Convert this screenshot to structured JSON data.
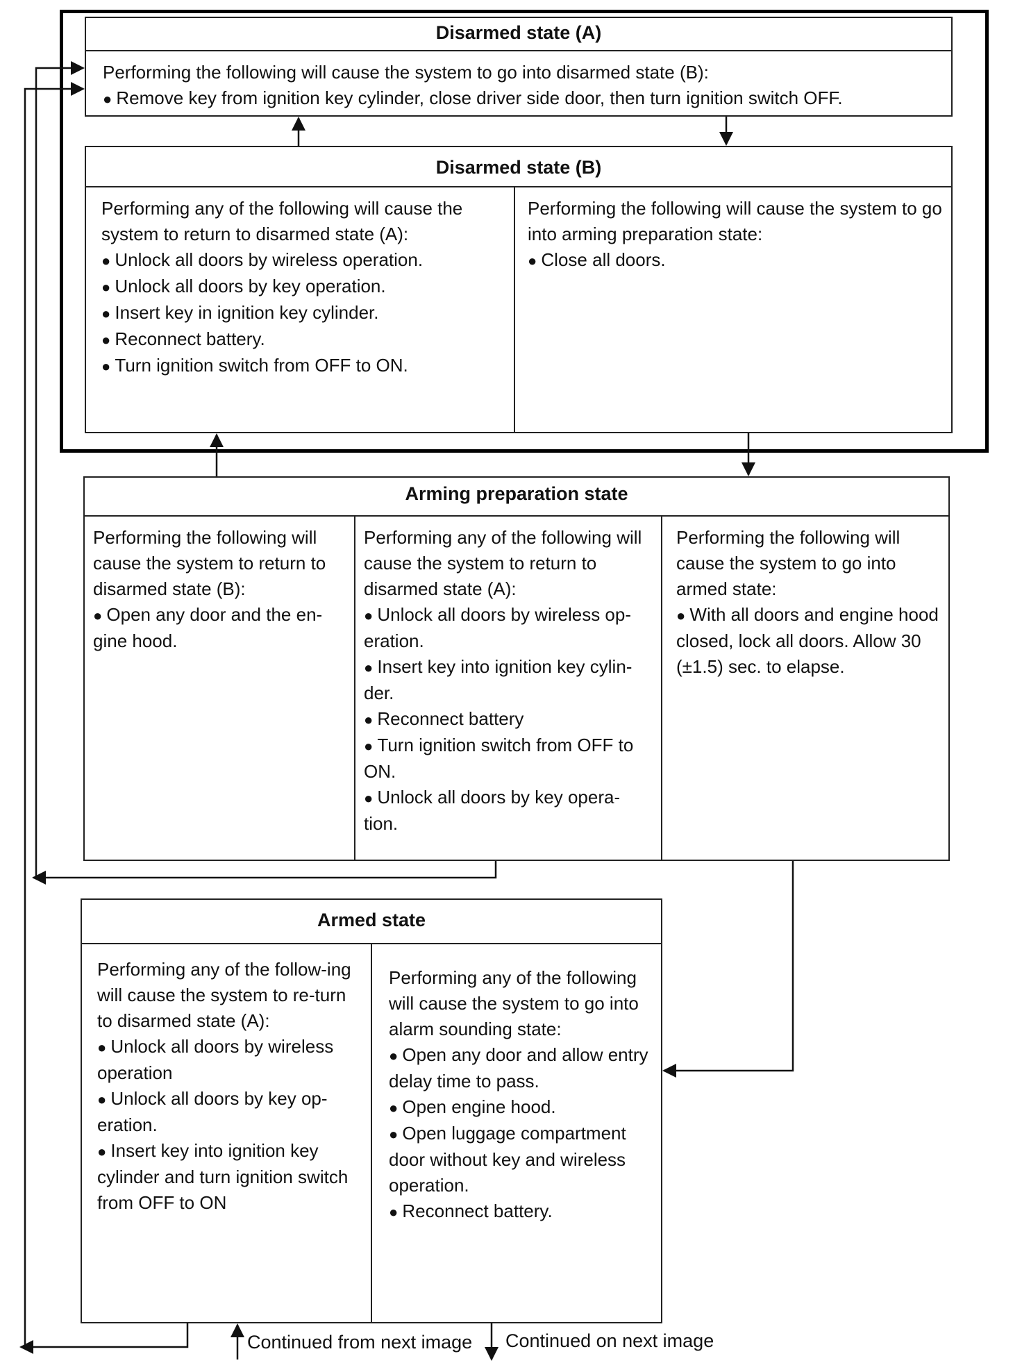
{
  "disarmed_a": {
    "title": "Disarmed state (A)",
    "intro": "Performing the following will cause the system to go into disarmed state (B):",
    "items": [
      "Remove key from ignition key cylinder, close driver side door, then turn ignition switch OFF."
    ]
  },
  "disarmed_b": {
    "title": "Disarmed state (B)",
    "left": {
      "intro": "Performing any of the following will cause the system to return to disarmed state (A):",
      "items": [
        "Unlock all doors by wireless operation.",
        "Unlock all doors by key operation.",
        "Insert key in ignition key cylinder.",
        "Reconnect battery.",
        "Turn ignition switch from OFF to ON."
      ]
    },
    "right": {
      "intro": "Performing the following will cause the system to go into arming preparation state:",
      "items": [
        "Close all doors."
      ]
    }
  },
  "arming_prep": {
    "title": "Arming preparation state",
    "col1": {
      "intro": "Performing the following will cause the system to return to disarmed state (B):",
      "items": [
        "Open any door and the en-gine hood."
      ]
    },
    "col2": {
      "intro": "Performing any of the following will cause the system to return to disarmed state (A):",
      "items": [
        "Unlock all doors by wireless op-eration.",
        "Insert key into ignition key cylin-der.",
        "Reconnect battery",
        "Turn ignition switch from OFF to ON.",
        "Unlock all doors by key opera-tion."
      ]
    },
    "col3": {
      "intro": "Performing the following will cause the system to go into armed state:",
      "items": [
        "With all doors and engine hood closed, lock all doors. Allow 30 (±1.5) sec. to elapse."
      ]
    }
  },
  "armed": {
    "title": "Armed state",
    "left": {
      "intro": "Performing any of the follow-ing will cause the system to re-turn to disarmed state (A):",
      "items": [
        "Unlock all doors by wireless operation",
        "Unlock all doors by key op-eration.",
        "Insert key into ignition key cylinder and turn ignition switch from OFF to ON"
      ]
    },
    "right": {
      "intro": "Performing any of the following will cause the system to go into alarm sounding state:",
      "items": [
        "Open any door and allow entry delay time to pass.",
        "Open engine hood.",
        "Open luggage compartment door without key and wireless operation.",
        "Reconnect battery."
      ]
    }
  },
  "footer": {
    "continued_from": "Continued from next image",
    "continued_on": "Continued on next image"
  }
}
